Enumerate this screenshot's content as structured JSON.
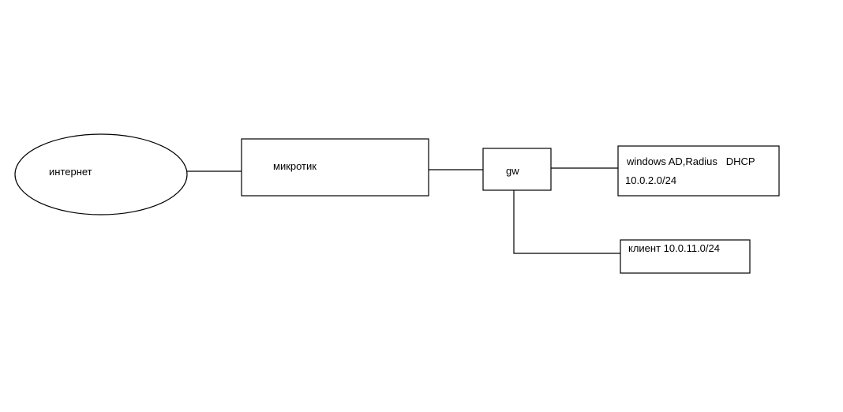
{
  "nodes": {
    "internet": {
      "label": "интернет"
    },
    "mikrotik": {
      "label": "микротик"
    },
    "gw": {
      "label": "gw"
    },
    "server_net": {
      "line1": "windows AD,Radius   DHCP",
      "line2": "10.0.2.0/24"
    },
    "client_net": {
      "label": "клиент 10.0.11.0/24"
    }
  },
  "links": [
    {
      "from": "internet",
      "to": "mikrotik"
    },
    {
      "from": "mikrotik",
      "to": "gw"
    },
    {
      "from": "gw",
      "to": "server_net"
    },
    {
      "from": "gw",
      "to": "client_net"
    }
  ]
}
